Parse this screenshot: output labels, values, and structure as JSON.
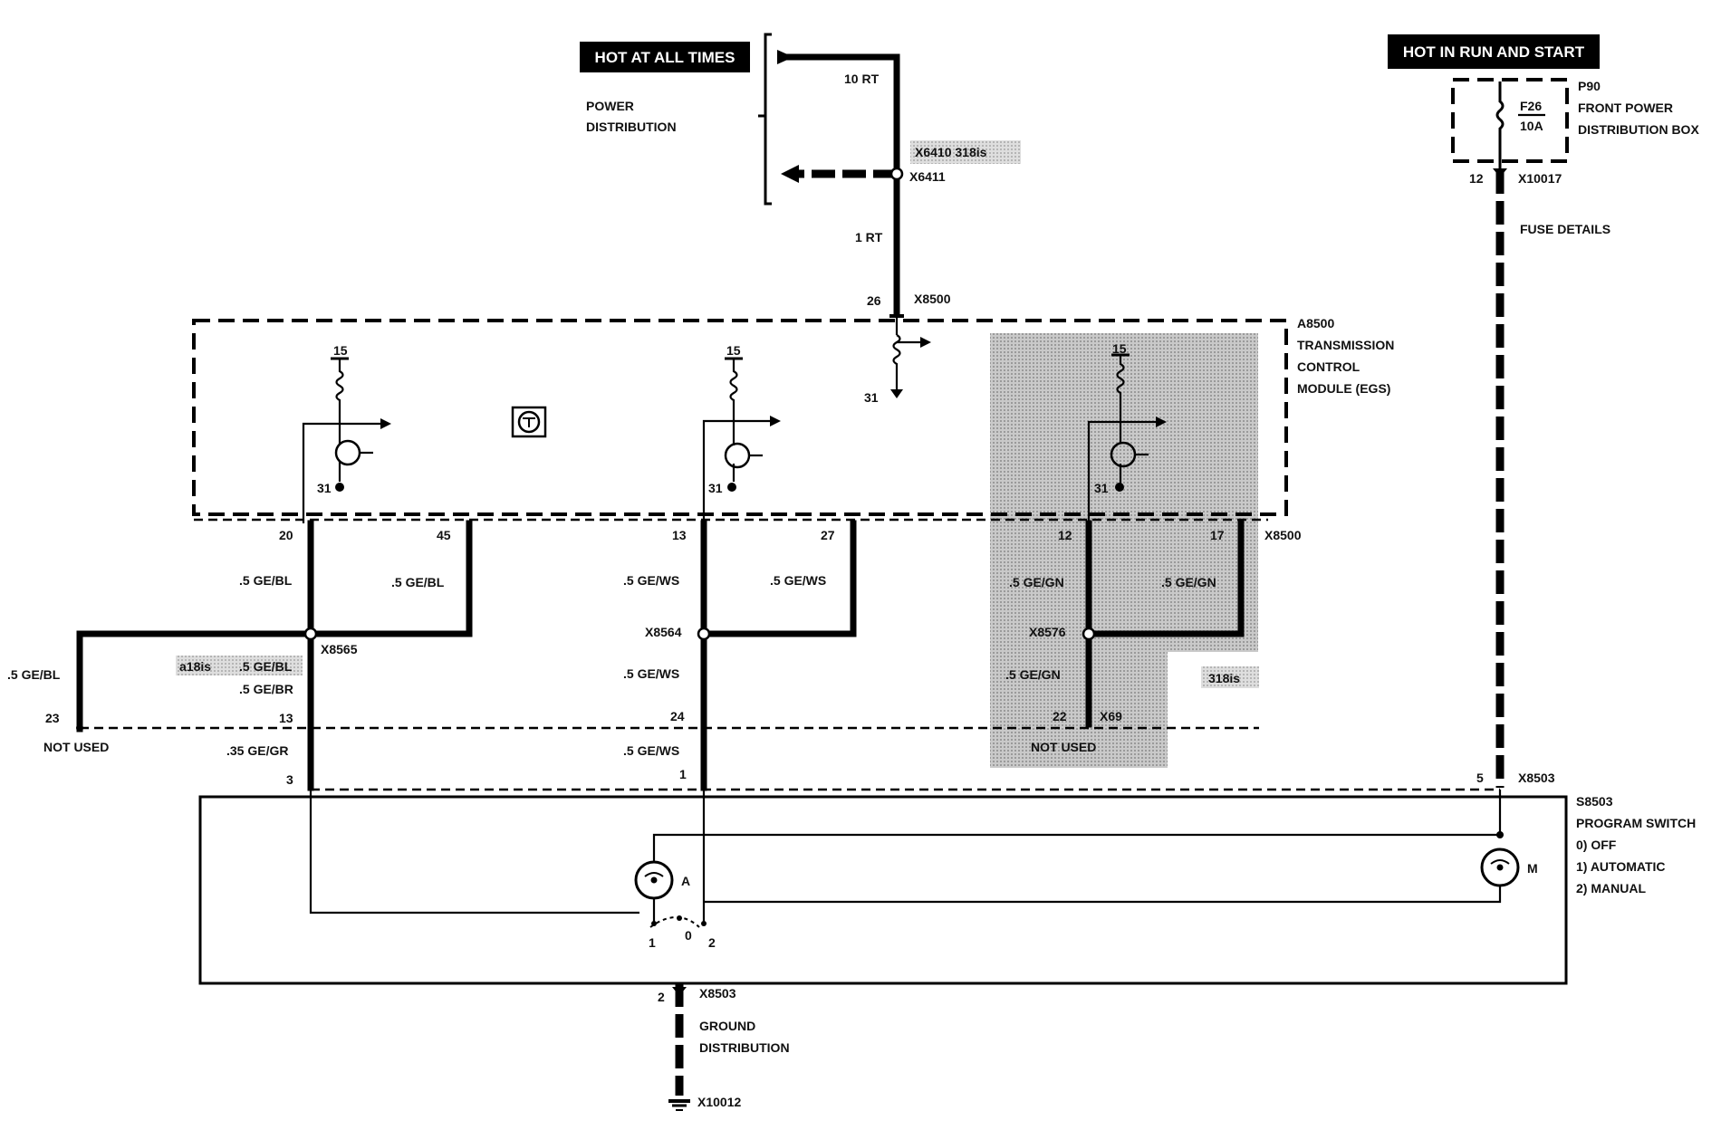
{
  "headers": {
    "hot_always": "HOT AT ALL TIMES",
    "hot_run_start": "HOT IN RUN AND START"
  },
  "power_dist": {
    "line1": "POWER",
    "line2": "DISTRIBUTION"
  },
  "fuse_box": {
    "id": "P90",
    "line1": "FRONT POWER",
    "line2": "DISTRIBUTION BOX",
    "fuse": "F26",
    "amps": "10A",
    "pin": "12",
    "connector": "X10017",
    "details": "FUSE DETAILS"
  },
  "top_wire": {
    "wire1": "10 RT",
    "conn1": "X6410 318is",
    "conn2": "X6411",
    "wire2": "1 RT",
    "pin": "26",
    "connector": "X8500"
  },
  "module": {
    "id": "A8500",
    "line1": "TRANSMISSION",
    "line2": "CONTROL",
    "line3": "MODULE (EGS)",
    "term15": "15",
    "term31": "31"
  },
  "pins": {
    "p20": "20",
    "p45": "45",
    "p13": "13",
    "p27": "27",
    "p12": "12",
    "p17": "17",
    "conn": "X8500"
  },
  "wires": {
    "ge_bl": ".5 GE/BL",
    "ge_ws": ".5 GE/WS",
    "ge_gn": ".5 GE/GN",
    "ge_br": ".5 GE/BR",
    "ge_gr": ".35 GE/GR",
    "a18is": "a18is",
    "x8565": "X8565",
    "x8564": "X8564",
    "x8576": "X8576",
    "is318": "318is"
  },
  "lower_pins": {
    "p23": "23",
    "p13": "13",
    "p24": "24",
    "p22": "22",
    "x69": "X69",
    "p3": "3",
    "p1": "1",
    "p5": "5",
    "x8503": "X8503",
    "not_used": "NOT USED"
  },
  "switch": {
    "id": "S8503",
    "line1": "PROGRAM SWITCH",
    "opt0": "0)   OFF",
    "opt1": "1)   AUTOMATIC",
    "opt2": "2)   MANUAL",
    "lamp_a": "A",
    "lamp_m": "M",
    "pos1": "1",
    "pos0": "0",
    "pos2": "2"
  },
  "ground": {
    "pin": "2",
    "connector": "X8503",
    "line1": "GROUND",
    "line2": "DISTRIBUTION",
    "ground_conn": "X10012"
  }
}
